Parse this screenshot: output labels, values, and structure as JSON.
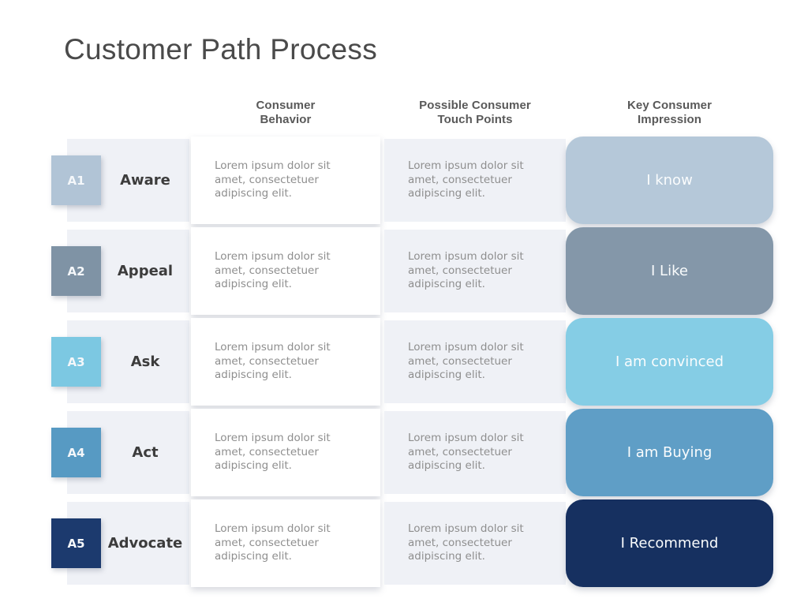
{
  "slide": {
    "title": "Customer Path Process"
  },
  "table": {
    "headers": [
      {
        "label": "Consumer\nBehavior"
      },
      {
        "label": "Possible Consumer\nTouch Points"
      },
      {
        "label": "Key Consumer\nImpression"
      }
    ],
    "rows": [
      {
        "code": "A1",
        "stage": "Aware",
        "behavior": "Lorem ipsum dolor sit amet, consectetuer adipiscing elit.",
        "touch_points": "Lorem ipsum dolor sit amet, consectetuer adipiscing elit.",
        "impression": "I know",
        "badge_color": "#b1c4d6",
        "impression_color": "#b5c8d9"
      },
      {
        "code": "A2",
        "stage": "Appeal",
        "behavior": "Lorem ipsum dolor sit amet, consectetuer adipiscing elit.",
        "touch_points": "Lorem ipsum dolor sit amet, consectetuer adipiscing elit.",
        "impression": "I Like",
        "badge_color": "#7f93a5",
        "impression_color": "#8497a9"
      },
      {
        "code": "A3",
        "stage": "Ask",
        "behavior": "Lorem ipsum dolor sit amet, consectetuer adipiscing elit.",
        "touch_points": "Lorem ipsum dolor sit amet, consectetuer adipiscing elit.",
        "impression": "I am convinced",
        "badge_color": "#7cc8e2",
        "impression_color": "#85cde5"
      },
      {
        "code": "A4",
        "stage": "Act",
        "behavior": "Lorem ipsum dolor sit amet, consectetuer adipiscing elit.",
        "touch_points": "Lorem ipsum dolor sit amet, consectetuer adipiscing elit.",
        "impression": "I am Buying",
        "badge_color": "#579ac3",
        "impression_color": "#5f9ec6"
      },
      {
        "code": "A5",
        "stage": "Advocate",
        "behavior": "Lorem ipsum dolor sit amet, consectetuer adipiscing elit.",
        "touch_points": "Lorem ipsum dolor sit amet, consectetuer adipiscing elit.",
        "impression": "I Recommend",
        "badge_color": "#1c3a6e",
        "impression_color": "#163060"
      }
    ]
  },
  "colors": {
    "row_strip": "#eff1f6",
    "card_background": "#ffffff",
    "title_text": "#4a4a4a",
    "header_text": "#595959",
    "stage_text": "#3c3c3c",
    "placeholder_text": "#8e8e8e",
    "impression_text": "#fafcfd"
  }
}
